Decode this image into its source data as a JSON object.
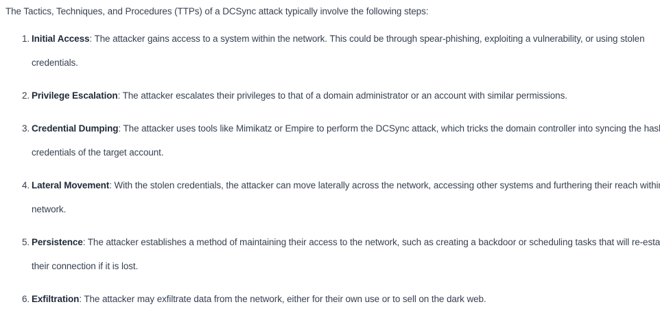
{
  "intro": "The Tactics, Techniques, and Procedures (TTPs) of a DCSync attack typically involve the following steps:",
  "steps": [
    {
      "num": "1.",
      "term": "Initial Access",
      "text": ": The attacker gains access to a system within the network. This could be through spear-phishing, exploiting a vulnerability, or using stolen credentials."
    },
    {
      "num": "2.",
      "term": "Privilege Escalation",
      "text": ": The attacker escalates their privileges to that of a domain administrator or an account with similar permissions."
    },
    {
      "num": "3.",
      "term": "Credential Dumping",
      "text": ": The attacker uses tools like Mimikatz or Empire to perform the DCSync attack, which tricks the domain controller into syncing the hashed credentials of the target account."
    },
    {
      "num": "4.",
      "term": "Lateral Movement",
      "text": ": With the stolen credentials, the attacker can move laterally across the network, accessing other systems and furthering their reach within the network."
    },
    {
      "num": "5.",
      "term": "Persistence",
      "text": ": The attacker establishes a method of maintaining their access to the network, such as creating a backdoor or scheduling tasks that will re-establish their connection if it is lost."
    },
    {
      "num": "6.",
      "term": "Exfiltration",
      "text": ": The attacker may exfiltrate data from the network, either for their own use or to sell on the dark web."
    }
  ]
}
